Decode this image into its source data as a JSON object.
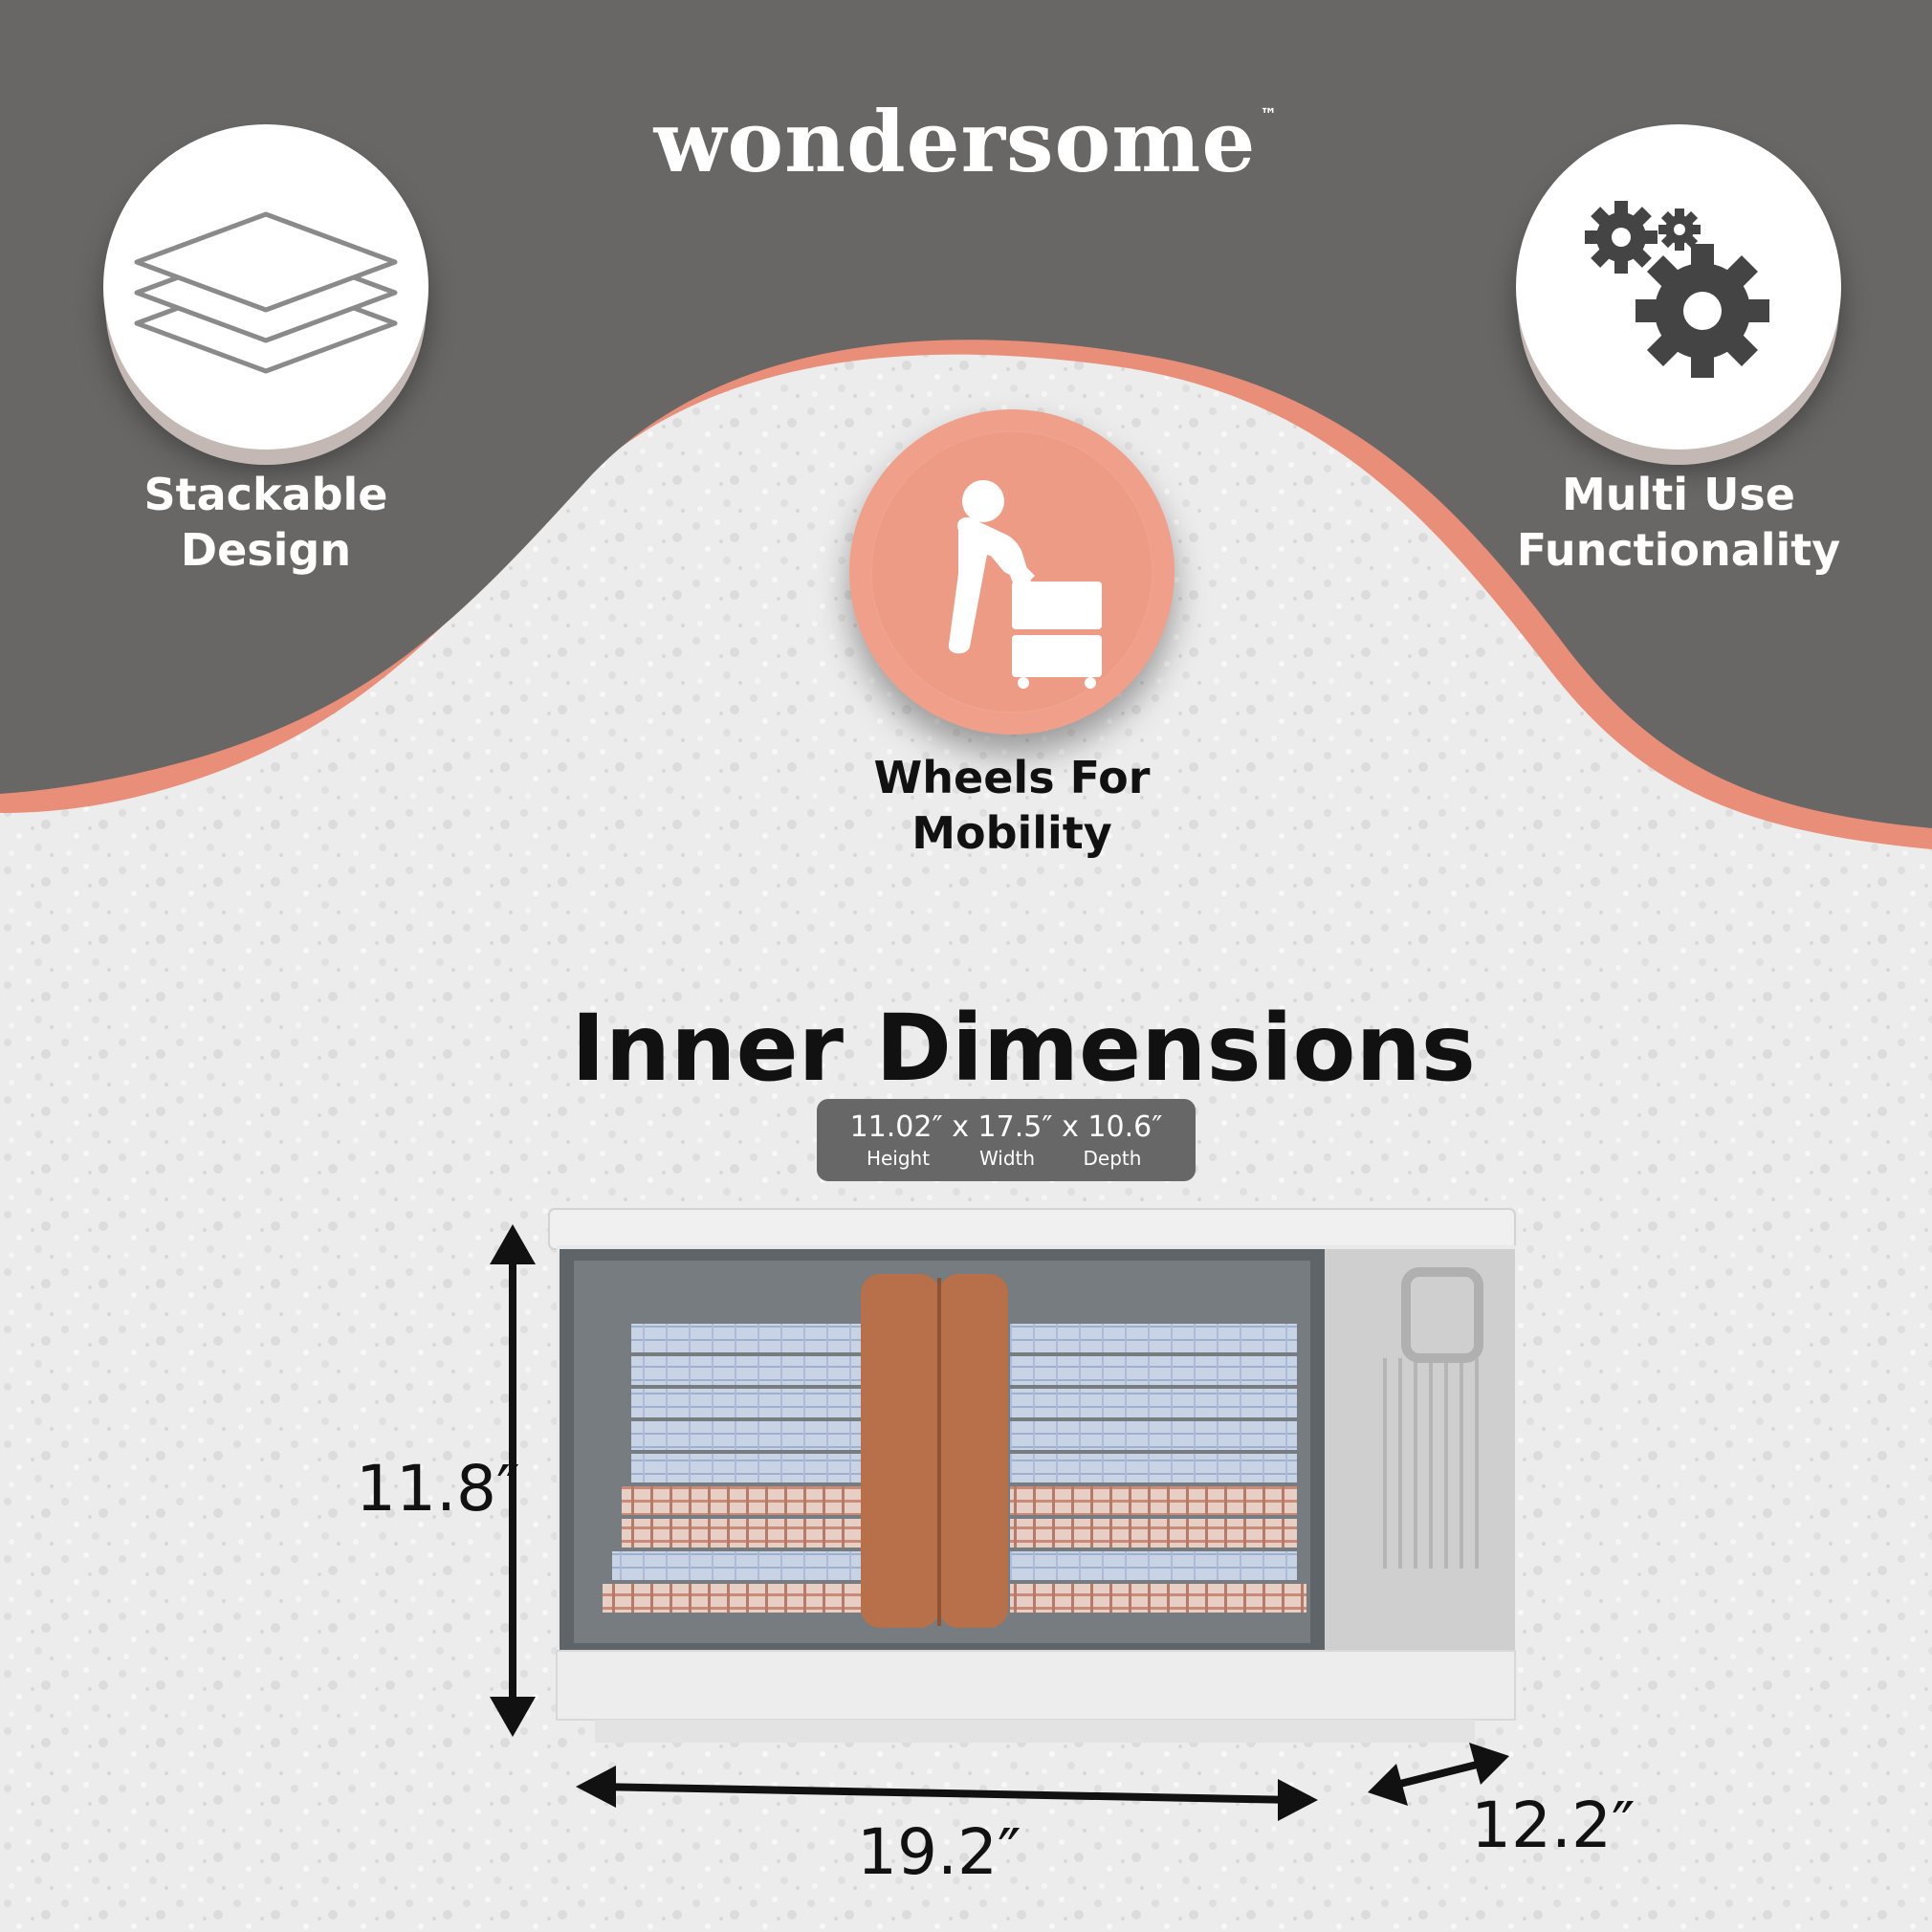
{
  "brand": {
    "name": "wondersome",
    "trademark": "™"
  },
  "features": {
    "stackable": {
      "line1": "Stackable",
      "line2": "Design",
      "icon": "stacked-layers-icon"
    },
    "wheels": {
      "line1": "Wheels For",
      "line2": "Mobility",
      "icon": "person-pushing-cart-icon"
    },
    "multi_use": {
      "line1": "Multi Use",
      "line2": "Functionality",
      "icon": "gears-icon"
    }
  },
  "inner_dimensions": {
    "title": "Inner Dimensions",
    "height": {
      "value": "11.02″",
      "label": "Height"
    },
    "width": {
      "value": "17.5″",
      "label": "Width"
    },
    "depth": {
      "value": "10.6″",
      "label": "Depth"
    },
    "separator": "x"
  },
  "outer_dimensions": {
    "height": "11.8″",
    "width": "19.2″",
    "depth": "12.2″"
  },
  "colors": {
    "header_gray": "#686766",
    "accent_salmon": "#e98e78",
    "box_handle": "#b7704a",
    "pill_gray": "#676767",
    "background": "#eeeeee"
  }
}
